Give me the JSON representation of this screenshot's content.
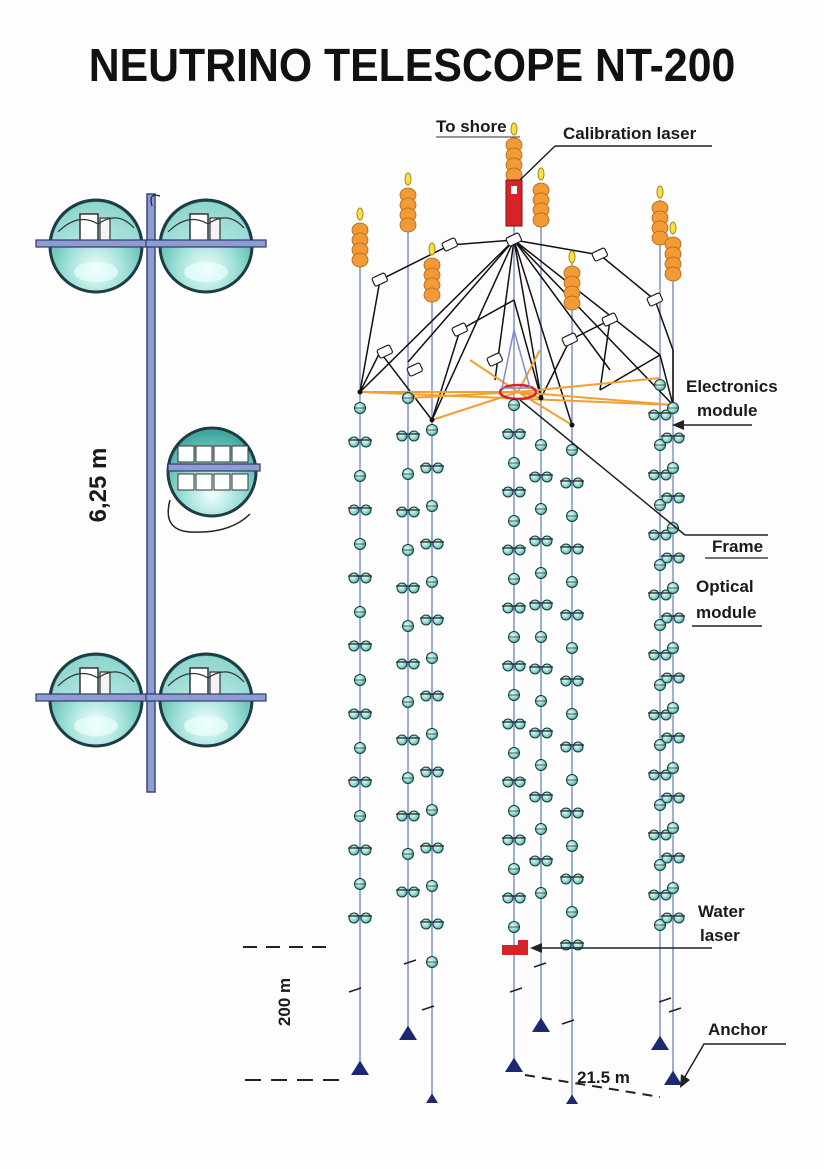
{
  "title": "NEUTRINO TELESCOPE NT-200",
  "labels": {
    "to_shore": "To shore",
    "calibration_laser": "Calibration laser",
    "electronics_module_1": "Electronics",
    "electronics_module_2": "module",
    "frame": "Frame",
    "optical_module_1": "Optical",
    "optical_module_2": "module",
    "water_laser_1": "Water",
    "water_laser_2": "laser",
    "anchor": "Anchor"
  },
  "dimensions": {
    "module_pair_spacing": "6,25 m",
    "depth": "200 m",
    "spacing": "21.5 m"
  },
  "colors": {
    "string": "#7f93c4",
    "buoy": "#f29a36",
    "frame_black": "#111111",
    "frame_orange": "#f2a030",
    "laser_red": "#d6232a",
    "sphere_teal": "#6cc8c0",
    "anchor_navy": "#1c2870",
    "central_pole": "#8f9ccf"
  }
}
